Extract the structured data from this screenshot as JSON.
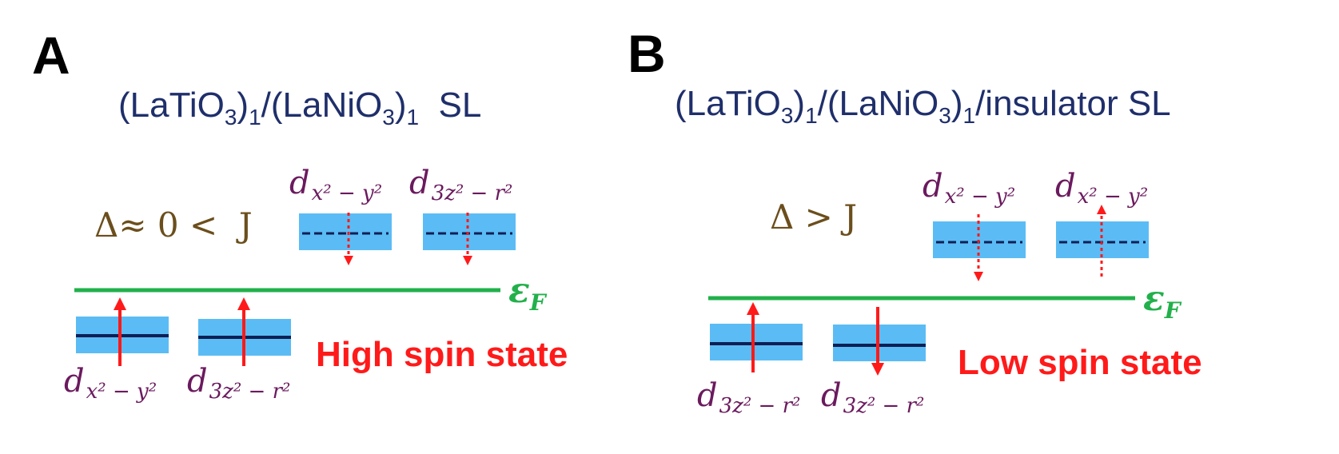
{
  "colors": {
    "level_box": "#5bbcf5",
    "level_line": "#0d1f55",
    "arrow": "#ff1a1a",
    "fermi": "#22b04b",
    "orbital_label": "#6b1a5e",
    "delta_text": "#6b4e1c",
    "title": "#1f2f6b"
  },
  "panel_a": {
    "letter": "A",
    "title": {
      "main": "(LaTiO",
      "s1": "3",
      "p1": ")",
      "s2": "1",
      "mid": "/(LaNiO",
      "s3": "3",
      "p2": ")",
      "s4": "1",
      "tail": "  SL"
    },
    "condition": "Δ≈ 0 <  J",
    "fermi": {
      "main": "ε",
      "sub": "F"
    },
    "state_label": "High spin state",
    "upper_levels": [
      {
        "label": {
          "d": "d",
          "sub": "x² − y²"
        },
        "line": "dashed",
        "arrow": "down-dotted"
      },
      {
        "label": {
          "d": "d",
          "sub": "3z² − r²"
        },
        "line": "dashed",
        "arrow": "down-dotted"
      }
    ],
    "lower_levels": [
      {
        "label": {
          "d": "d",
          "sub": "x² − y²"
        },
        "line": "solid",
        "arrow": "up"
      },
      {
        "label": {
          "d": "d",
          "sub": "3z² − r²"
        },
        "line": "solid",
        "arrow": "up"
      }
    ]
  },
  "panel_b": {
    "letter": "B",
    "title": {
      "main": "(LaTiO",
      "s1": "3",
      "p1": ")",
      "s2": "1",
      "mid": "/(LaNiO",
      "s3": "3",
      "p2": ")",
      "s4": "1",
      "tail": "/insulator SL"
    },
    "condition": "Δ > J",
    "fermi": {
      "main": "ε",
      "sub": "F"
    },
    "state_label": "Low spin state",
    "upper_levels": [
      {
        "label": {
          "d": "d",
          "sub": "x² − y²"
        },
        "line": "dashed",
        "arrow": "down-dotted"
      },
      {
        "label": {
          "d": "d",
          "sub": "x² − y²"
        },
        "line": "dashed",
        "arrow": "up-dotted"
      }
    ],
    "lower_levels": [
      {
        "label": {
          "d": "d",
          "sub": "3z² − r²"
        },
        "line": "solid",
        "arrow": "up"
      },
      {
        "label": {
          "d": "d",
          "sub": "3z² − r²"
        },
        "line": "solid",
        "arrow": "down"
      }
    ]
  }
}
